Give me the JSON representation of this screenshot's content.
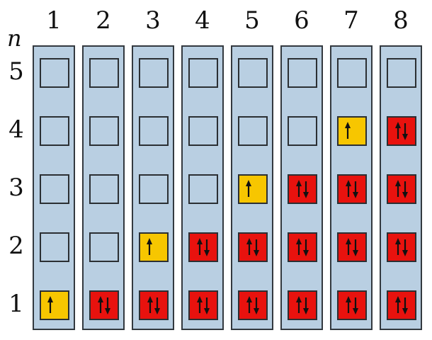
{
  "axis_label": "n",
  "columns": [
    "1",
    "2",
    "3",
    "4",
    "5",
    "6",
    "7",
    "8"
  ],
  "rows": [
    "5",
    "4",
    "3",
    "2",
    "1"
  ],
  "cell_states": [
    [
      "empty",
      "empty",
      "empty",
      "empty",
      "empty",
      "empty",
      "empty",
      "empty"
    ],
    [
      "empty",
      "empty",
      "empty",
      "empty",
      "empty",
      "empty",
      "single",
      "paired"
    ],
    [
      "empty",
      "empty",
      "empty",
      "empty",
      "single",
      "paired",
      "paired",
      "paired"
    ],
    [
      "empty",
      "empty",
      "single",
      "paired",
      "paired",
      "paired",
      "paired",
      "paired"
    ],
    [
      "single",
      "paired",
      "paired",
      "paired",
      "paired",
      "paired",
      "paired",
      "paired"
    ]
  ],
  "colors": {
    "column_background": "#b9cfe2",
    "single_electron": "#f7c600",
    "paired_electrons": "#e8120e",
    "outline": "#2b2f33"
  }
}
